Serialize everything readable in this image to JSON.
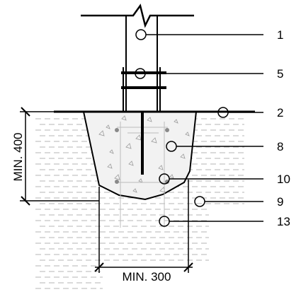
{
  "callouts": [
    {
      "label": "1"
    },
    {
      "label": "5"
    },
    {
      "label": "2"
    },
    {
      "label": "8"
    },
    {
      "label": "10"
    },
    {
      "label": "9"
    },
    {
      "label": "13"
    }
  ],
  "dimensions": {
    "depth_label": "MIN. 400",
    "width_label": "MIN. 300"
  },
  "colors": {
    "line": "#000000",
    "hatch": "#b4b4b4",
    "concrete": "#f2f2f2",
    "aggregate": "#9a9a9a"
  }
}
